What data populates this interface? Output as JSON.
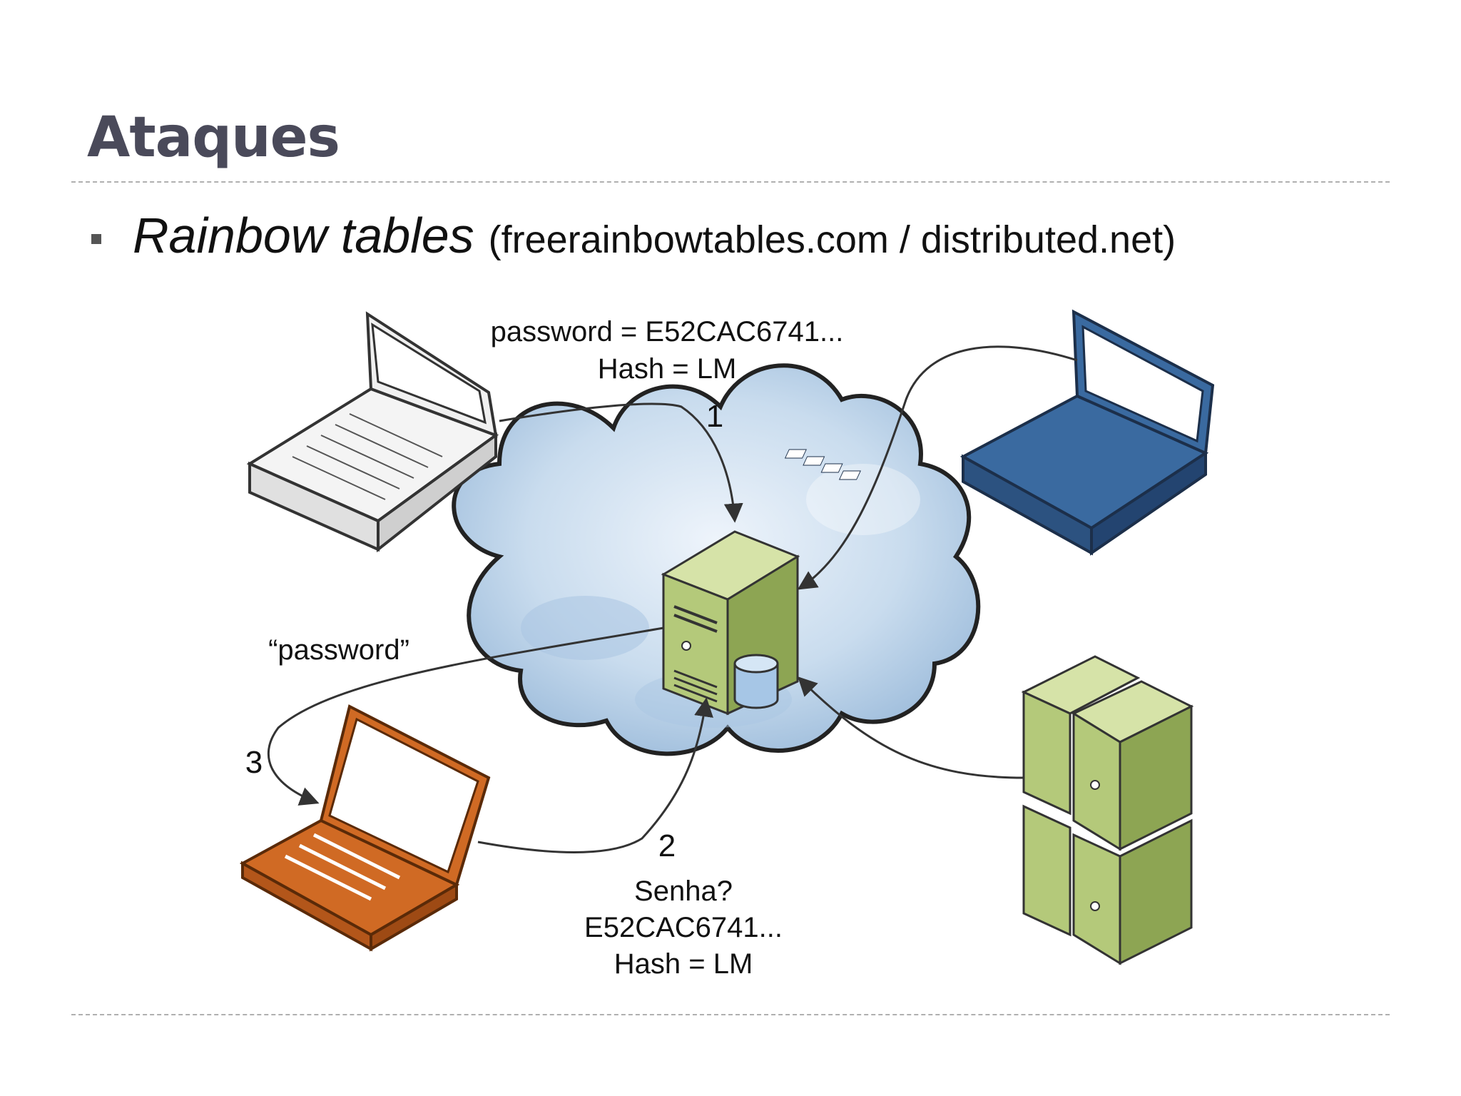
{
  "slide": {
    "title": "Ataques",
    "bullet": {
      "emphasis": "Rainbow tables",
      "detail": "(freerainbowtables.com / distributed.net)"
    }
  },
  "diagram": {
    "step1": {
      "number": "1",
      "line1": "password = E52CAC6741...",
      "line2": "Hash = LM"
    },
    "step2": {
      "number": "2",
      "line1": "Senha?",
      "line2": "E52CAC6741...",
      "line3": "Hash = LM"
    },
    "step3": {
      "number": "3",
      "label": "“password”"
    },
    "colors": {
      "cloud_fill": "#bcd3e8",
      "server_green": "#a9c06a",
      "laptop_blue": "#2f5f95",
      "laptop_orange": "#c8611c",
      "laptop_white": "#f4f4f4"
    }
  }
}
